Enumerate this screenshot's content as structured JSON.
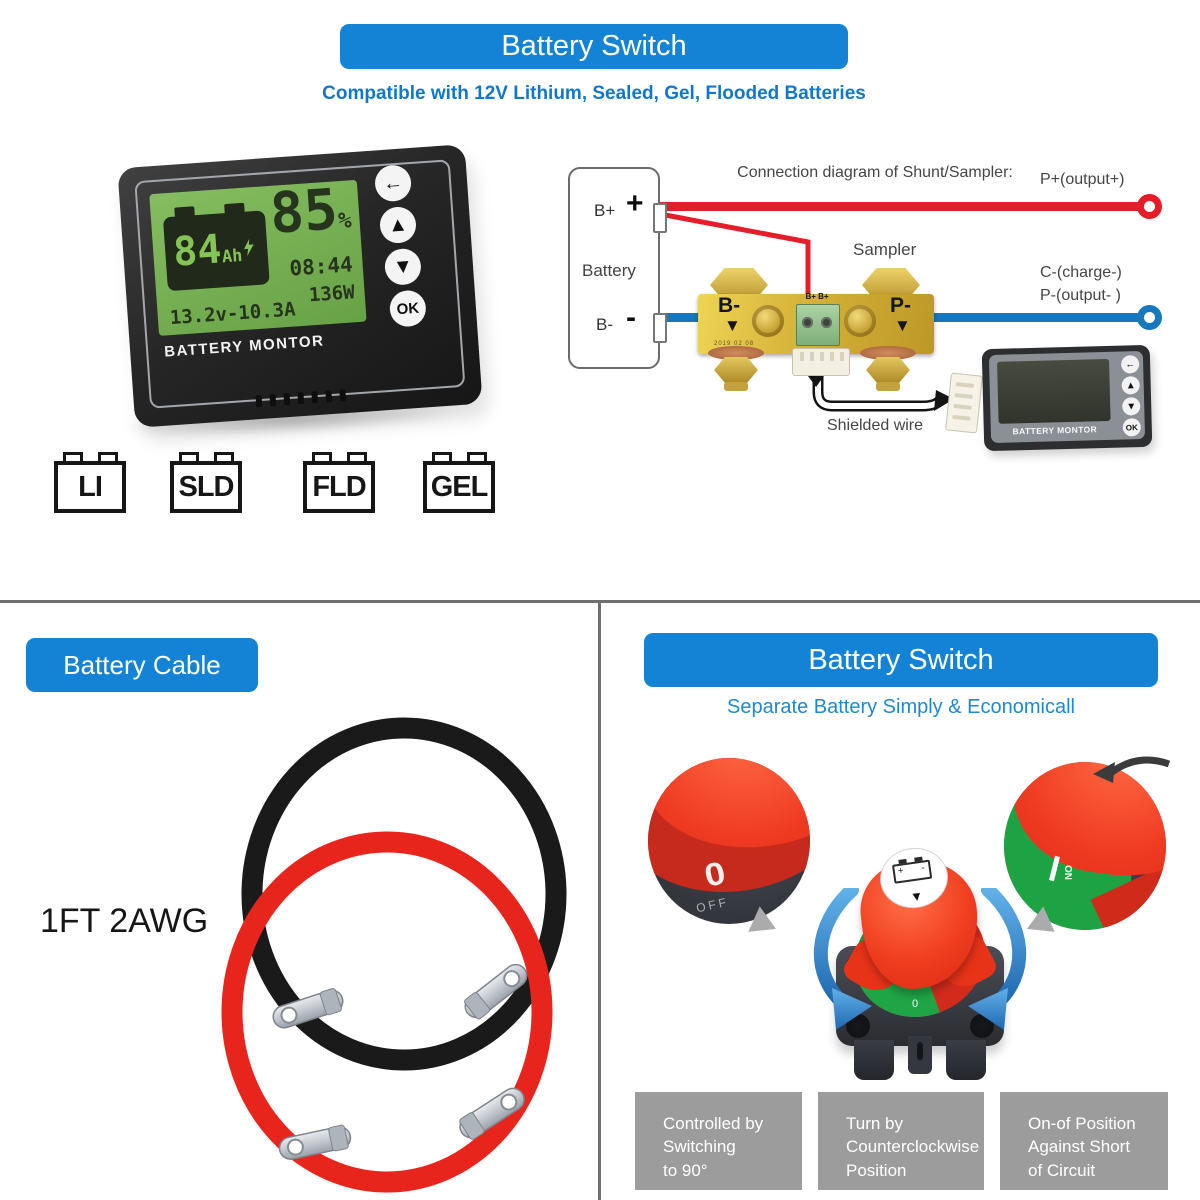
{
  "header": {
    "title": "Battery Switch",
    "subtitle": "Compatible with 12V Lithium, Sealed, Gel, Flooded Batteries"
  },
  "glyphs": {
    "back": "←",
    "up": "▲",
    "down": "▼"
  },
  "monitor": {
    "soc_value": "85",
    "soc_unit": "%",
    "capacity_value": "84",
    "capacity_unit": "Ah",
    "time": "08:44",
    "power": "136W",
    "volt_current": "13.2v-10.3A",
    "brand": "BATTERY MONTOR",
    "btn_ok": "OK"
  },
  "diagram": {
    "title": "Connection diagram of Shunt/Sampler:",
    "battery_label": "Battery",
    "b_plus": "B+",
    "plus_sign": "+",
    "b_minus": "B-",
    "minus_sign": "-",
    "sampler_label": "Sampler",
    "output_pos": "P+(output+)",
    "charge_neg": "C-(charge-)",
    "output_neg": "P-(output- )",
    "shunt_left": "B-",
    "shunt_right": "P-",
    "shunt_center": "B+ B+",
    "shunt_date": "2019 02 08",
    "shielded_wire": "Shielded wire",
    "monitor_brand": "BATTERY MONTOR",
    "monitor_btn_ok": "OK"
  },
  "battery_types": [
    "LI",
    "SLD",
    "FLD",
    "GEL"
  ],
  "cable_panel": {
    "title": "Battery Cable",
    "spec": "1FT 2AWG"
  },
  "switch_panel": {
    "title": "Battery Switch",
    "subtitle": "Separate Battery Simply & Economicall",
    "off_mark": "0",
    "off_label": "OFF",
    "on_label": "ON",
    "knob_mark": "0",
    "captions": [
      "Controlled by\nSwitching\nto 90°",
      "Turn by\nCounterclockwise\nPosition",
      "On-of Position\nAgainst Short\nof Circuit"
    ]
  },
  "colors": {
    "banner_blue": "#1583d5",
    "subtitle_blue": "#1277cc",
    "wire_red": "#e61c29",
    "wire_blue": "#1778be",
    "screen_green": "#74b151",
    "caption_gray": "#9c9c9c",
    "divider_gray": "#707070"
  }
}
